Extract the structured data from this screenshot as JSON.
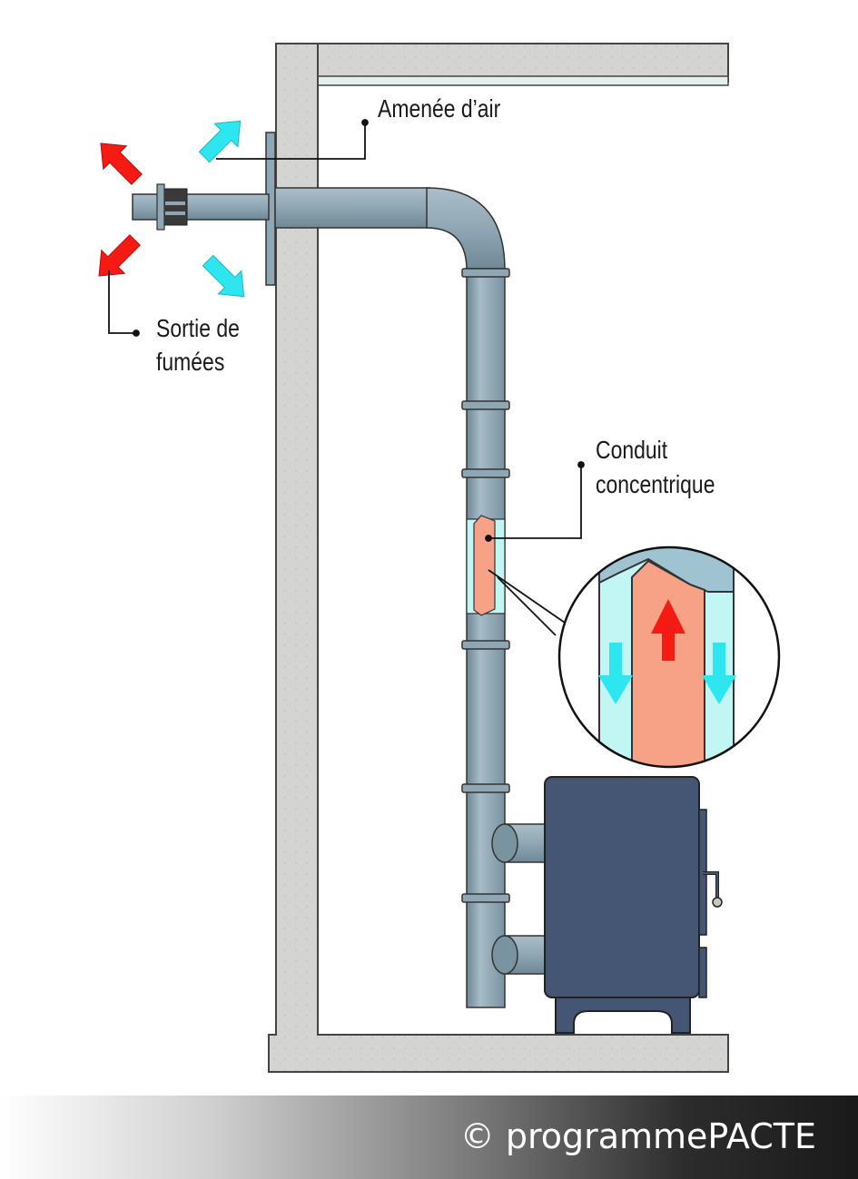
{
  "labels": {
    "air_intake": "Amenée d’air",
    "smoke_outlet_line1": "Sortie de",
    "smoke_outlet_line2": "fumées",
    "duct_line1": "Conduit",
    "duct_line2": "concentrique"
  },
  "footer": {
    "copyright": "© programmePACTE"
  },
  "colors": {
    "wall": "#d4d4d2",
    "pipe": "#8fa7b4",
    "stove": "#445674",
    "fresh_air": "#2ee6f0",
    "flue_gas": "#f51a12",
    "inner_duct": "#f7a286",
    "annulus": "#c2f6f5"
  },
  "icons": {
    "air_arrow": "arrow-cyan",
    "smoke_arrow": "arrow-red"
  }
}
